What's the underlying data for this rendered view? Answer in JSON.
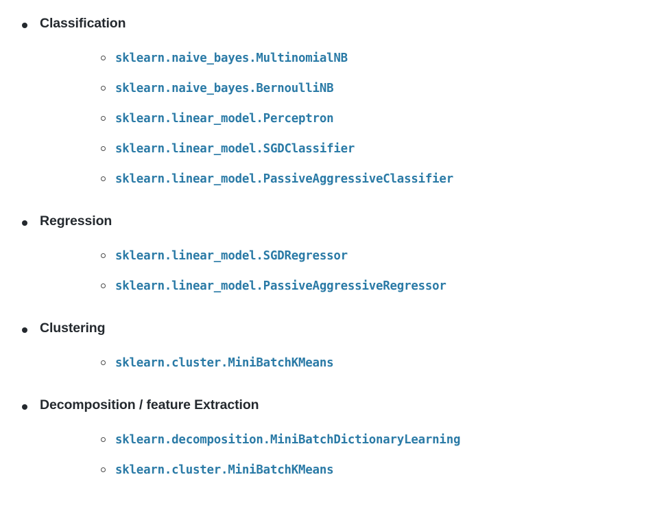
{
  "document": {
    "type": "nested-bullet-list",
    "background_color": "#ffffff",
    "heading_color": "#24292e",
    "link_color": "#2a7aa6",
    "marker_top_level": "filled-disc",
    "marker_sub_level": "hollow-circle"
  },
  "sections": [
    {
      "title": "Classification",
      "entries": [
        "sklearn.naive_bayes.MultinomialNB",
        "sklearn.naive_bayes.BernoulliNB",
        "sklearn.linear_model.Perceptron",
        "sklearn.linear_model.SGDClassifier",
        "sklearn.linear_model.PassiveAggressiveClassifier"
      ]
    },
    {
      "title": "Regression",
      "entries": [
        "sklearn.linear_model.SGDRegressor",
        "sklearn.linear_model.PassiveAggressiveRegressor"
      ]
    },
    {
      "title": "Clustering",
      "entries": [
        "sklearn.cluster.MiniBatchKMeans"
      ]
    },
    {
      "title": "Decomposition / feature Extraction",
      "entries": [
        "sklearn.decomposition.MiniBatchDictionaryLearning",
        "sklearn.cluster.MiniBatchKMeans"
      ]
    }
  ]
}
